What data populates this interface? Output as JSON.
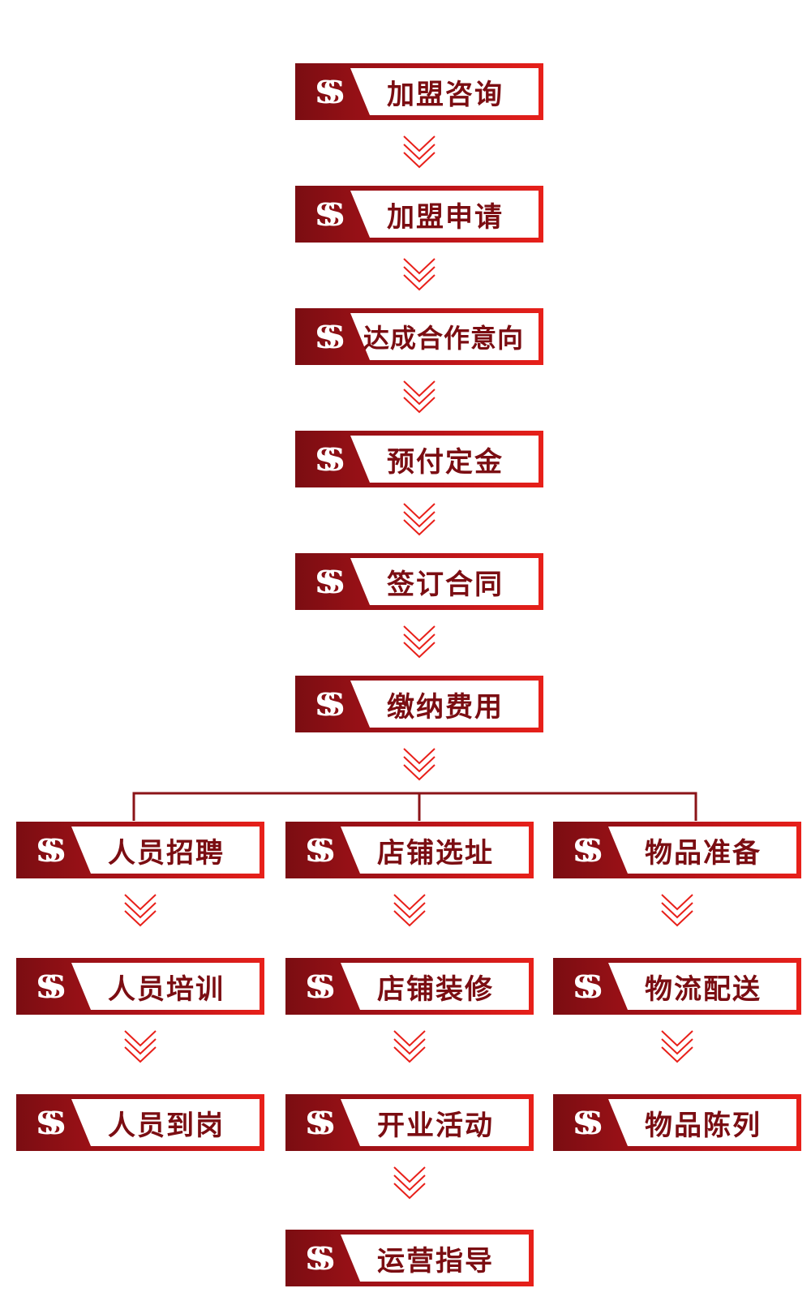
{
  "colors": {
    "dark_red": "#7b0d12",
    "bright_red": "#e8201a",
    "connector": "#8b1418",
    "text": "#7b0d12",
    "logo_text": "#ffffff"
  },
  "logo_text": "S",
  "logo_icon": "ss-logo-icon",
  "chevron_icon": "double-chevron-down-icon",
  "steps": {
    "s1": "加盟咨询",
    "s2": "加盟申请",
    "s3": "达成合作意向",
    "s4": "预付定金",
    "s5": "签订合同",
    "s6": "缴纳费用",
    "left1": "人员招聘",
    "left2": "人员培训",
    "left3": "人员到岗",
    "mid1": "店铺选址",
    "mid2": "店铺装修",
    "mid3": "开业活动",
    "mid4": "运营指导",
    "right1": "物品准备",
    "right2": "物流配送",
    "right3": "物品陈列"
  }
}
